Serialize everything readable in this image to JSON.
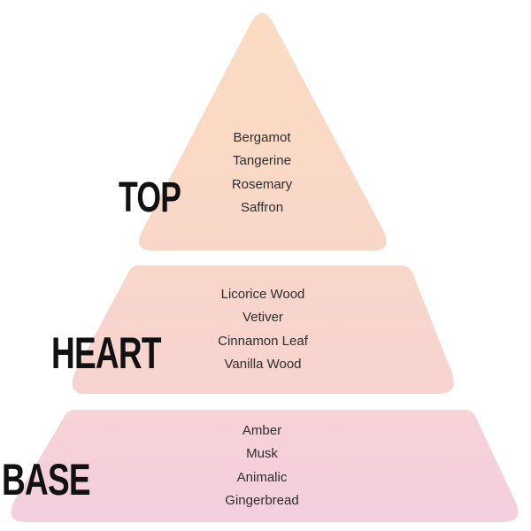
{
  "pyramid": {
    "tiers": [
      {
        "label": "TOP",
        "color_from": "#fbdcc2",
        "color_to": "#f9d7c8",
        "notes": [
          "Bergamot",
          "Tangerine",
          "Rosemary",
          "Saffron"
        ]
      },
      {
        "label": "HEART",
        "color_from": "#f9d6c9",
        "color_to": "#f7d3d1",
        "notes": [
          "Licorice Wood",
          "Vetiver",
          "Cinnamon Leaf",
          "Vanilla Wood"
        ]
      },
      {
        "label": "BASE",
        "color_from": "#f7d2d6",
        "color_to": "#f3cfdf",
        "notes": [
          "Amber",
          "Musk",
          "Animalic",
          "Gingerbread"
        ]
      }
    ]
  }
}
